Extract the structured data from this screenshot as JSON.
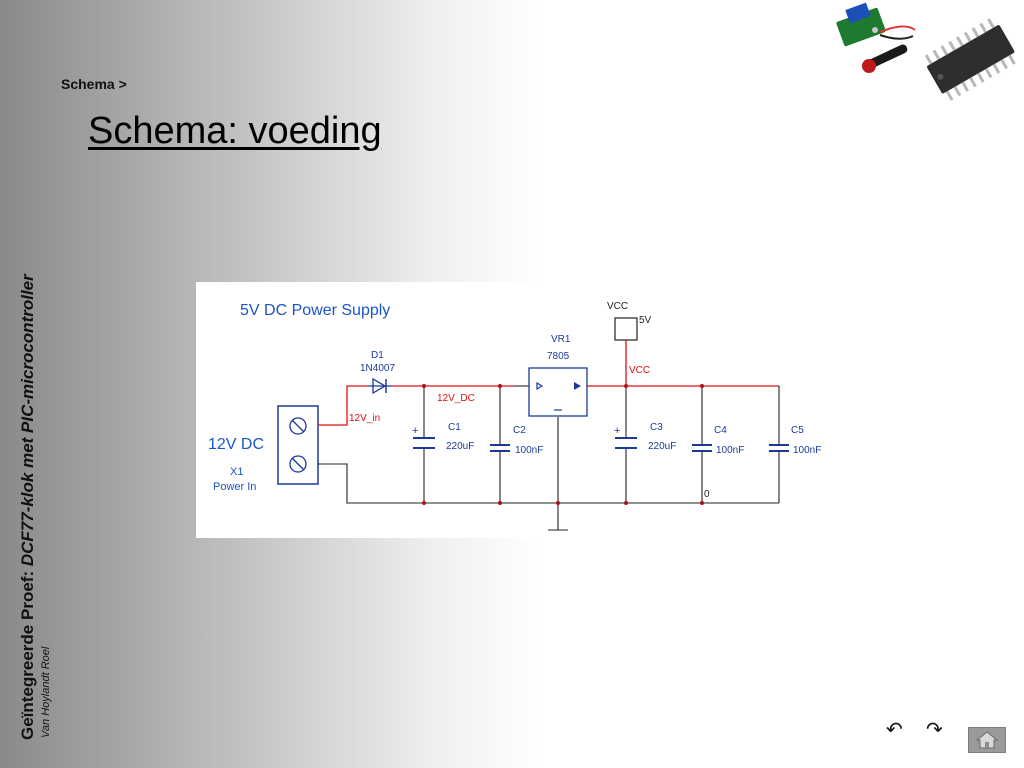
{
  "sidebar": {
    "title_bold": "Geïntegreerde Proef",
    "title_sep": ": ",
    "title_italic": "DCF77-klok met PIC-microcontroller",
    "author": "Van Hoylandt Roel"
  },
  "breadcrumb": "Schema >",
  "page_title": "Schema: voeding",
  "schematic": {
    "heading": "5V DC Power Supply",
    "vcc_top": "VCC",
    "vcc_value": "5V",
    "vcc_net": "VCC",
    "regulator_ref": "VR1",
    "regulator_part": "7805",
    "diode_ref": "D1",
    "diode_part": "1N4007",
    "net_12v_dc": "12V_DC",
    "net_12v_in": "12V_in",
    "input_label": "12V DC",
    "connector_ref": "X1",
    "connector_desc": "Power In",
    "ground_net": "0",
    "plus_sign": "+",
    "caps": [
      {
        "ref": "C1",
        "value": "220uF"
      },
      {
        "ref": "C2",
        "value": "100nF"
      },
      {
        "ref": "C3",
        "value": "220uF"
      },
      {
        "ref": "C4",
        "value": "100nF"
      },
      {
        "ref": "C5",
        "value": "100nF"
      }
    ]
  },
  "nav": {
    "back_icon": "↶",
    "forward_icon": "↷"
  },
  "colors": {
    "wire_red": "#e01010",
    "wire_black": "#222222",
    "label_blue": "#1a55c8",
    "home_button": "#9a9a9a"
  }
}
